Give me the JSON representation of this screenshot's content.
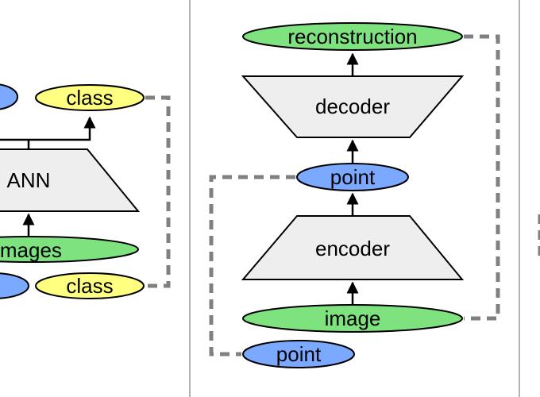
{
  "colors": {
    "green": "#7ee27e",
    "yellow": "#ffff80",
    "blue": "#7aa9ff",
    "shape_fill": "#eeeeee",
    "dash": "#808080",
    "divider": "#999999"
  },
  "left_panel": {
    "output_label": "class",
    "network_label": "ANN",
    "input_label": "images",
    "target_label": "class"
  },
  "middle_panel": {
    "output_label": "reconstruction",
    "decoder_label": "decoder",
    "latent_label": "point",
    "encoder_label": "encoder",
    "input_label": "image",
    "sample_label": "point"
  }
}
